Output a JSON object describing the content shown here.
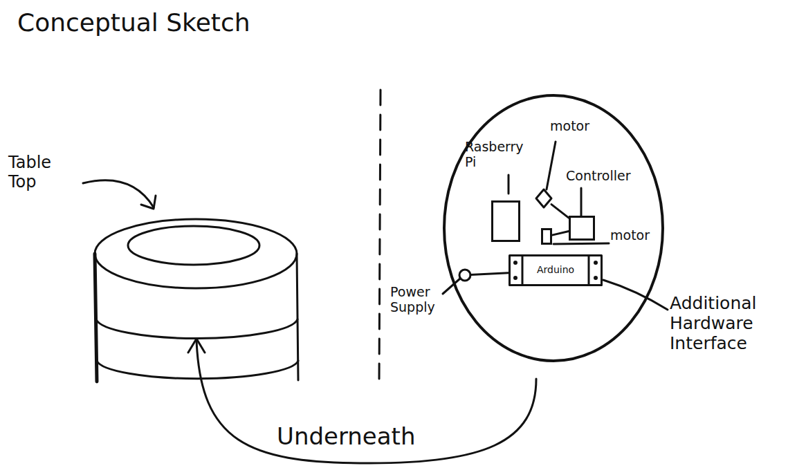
{
  "diagram": {
    "title": "Conceptual Sketch",
    "nodes": [
      {
        "text": [
          "Rasberry Pi"
        ]
      },
      {
        "text": [
          "motor"
        ]
      },
      {
        "text": [
          "Controller"
        ]
      },
      {
        "text": [
          "motor"
        ]
      },
      {
        "text": [
          "Power Supply"
        ]
      },
      {
        "text": [
          "Arduino"
        ]
      }
    ],
    "edges": [
      {
        "from": 1,
        "to": 2,
        "arrow": "none"
      },
      {
        "from": 3,
        "to": 2,
        "arrow": "none"
      },
      {
        "from": 4,
        "to": 5,
        "arrow": "none"
      }
    ],
    "labels": [
      "Table Top",
      "Underneath",
      "Additional Hardware Interface"
    ]
  }
}
